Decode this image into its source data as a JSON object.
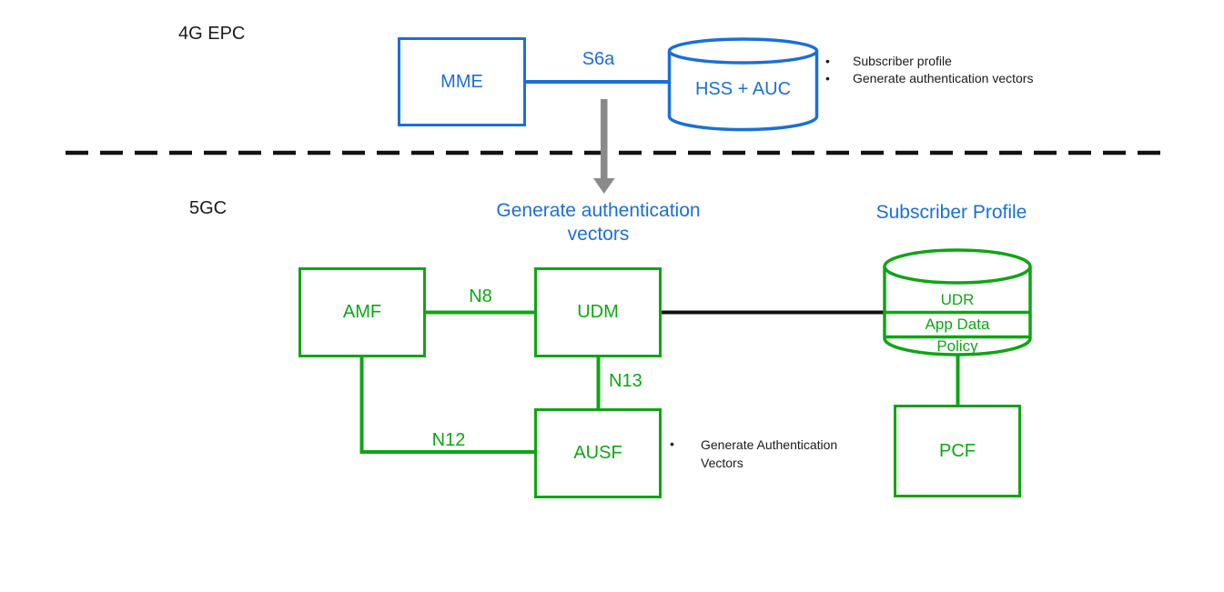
{
  "colors": {
    "blue": "#1b6fd6",
    "green": "#0ea514",
    "black": "#111111",
    "gray": "#8a8a8a"
  },
  "bullet_glyph": "•",
  "epc": {
    "section_label": "4G EPC",
    "mme_label": "MME",
    "hss_label": "HSS + AUC",
    "s6a_label": "S6a",
    "bullets": [
      "Subscriber profile",
      "Generate authentication vectors"
    ]
  },
  "fgc": {
    "section_label": "5GC",
    "udm_caption": "Generate authentication vectors",
    "udr_caption": "Subscriber Profile",
    "amf_label": "AMF",
    "udm_label": "UDM",
    "ausf_label": "AUSF",
    "pcf_label": "PCF",
    "n8_label": "N8",
    "n12_label": "N12",
    "n13_label": "N13",
    "udr_title": "UDR",
    "udr_sections": [
      "App Data",
      "Policy"
    ],
    "ausf_bullets": [
      "Generate Authentication Vectors"
    ]
  }
}
